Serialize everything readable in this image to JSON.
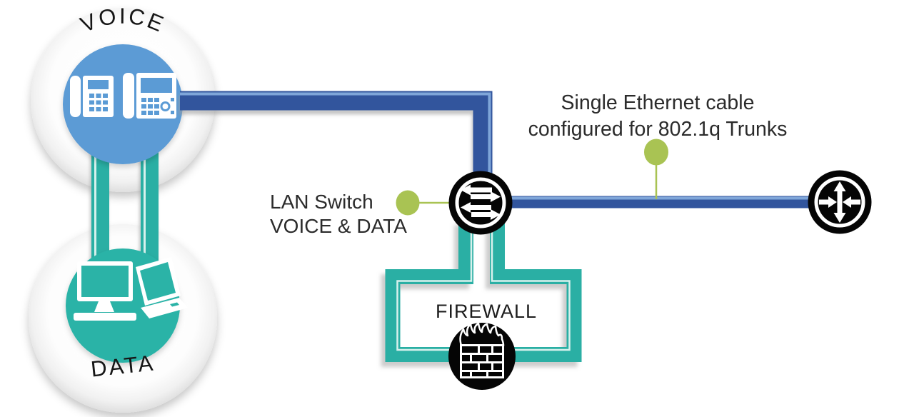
{
  "diagram_type": "network-topology",
  "zones": {
    "voice": {
      "label": "VOICE",
      "devices": "two IP phones"
    },
    "data": {
      "label": "DATA",
      "devices": "desktop computer and laptop"
    }
  },
  "nodes": {
    "lan_switch": {
      "icon": "switch-icon"
    },
    "router": {
      "icon": "router-icon"
    },
    "firewall": {
      "label": "FIREWALL",
      "icon": "firewall-icon"
    }
  },
  "callouts": {
    "lan_switch": {
      "line1": "LAN Switch",
      "line2": "VOICE & DATA"
    },
    "trunk": {
      "line1": "Single Ethernet cable",
      "line2": "configured for 802.1q Trunks"
    }
  },
  "colors": {
    "voice_circle": "#5B9BD5",
    "data_circle": "#2BB3A7",
    "teal_cable": "#2CAFA4",
    "teal_stripe": "#D7F1ED",
    "blue_cable": "#30549D",
    "blue_cable_highlight": "#7FA6D9",
    "callout_green": "#A9C353",
    "node_black": "#050505",
    "icon_white": "#FFFFFF",
    "text_dark": "#2B2B2B"
  }
}
